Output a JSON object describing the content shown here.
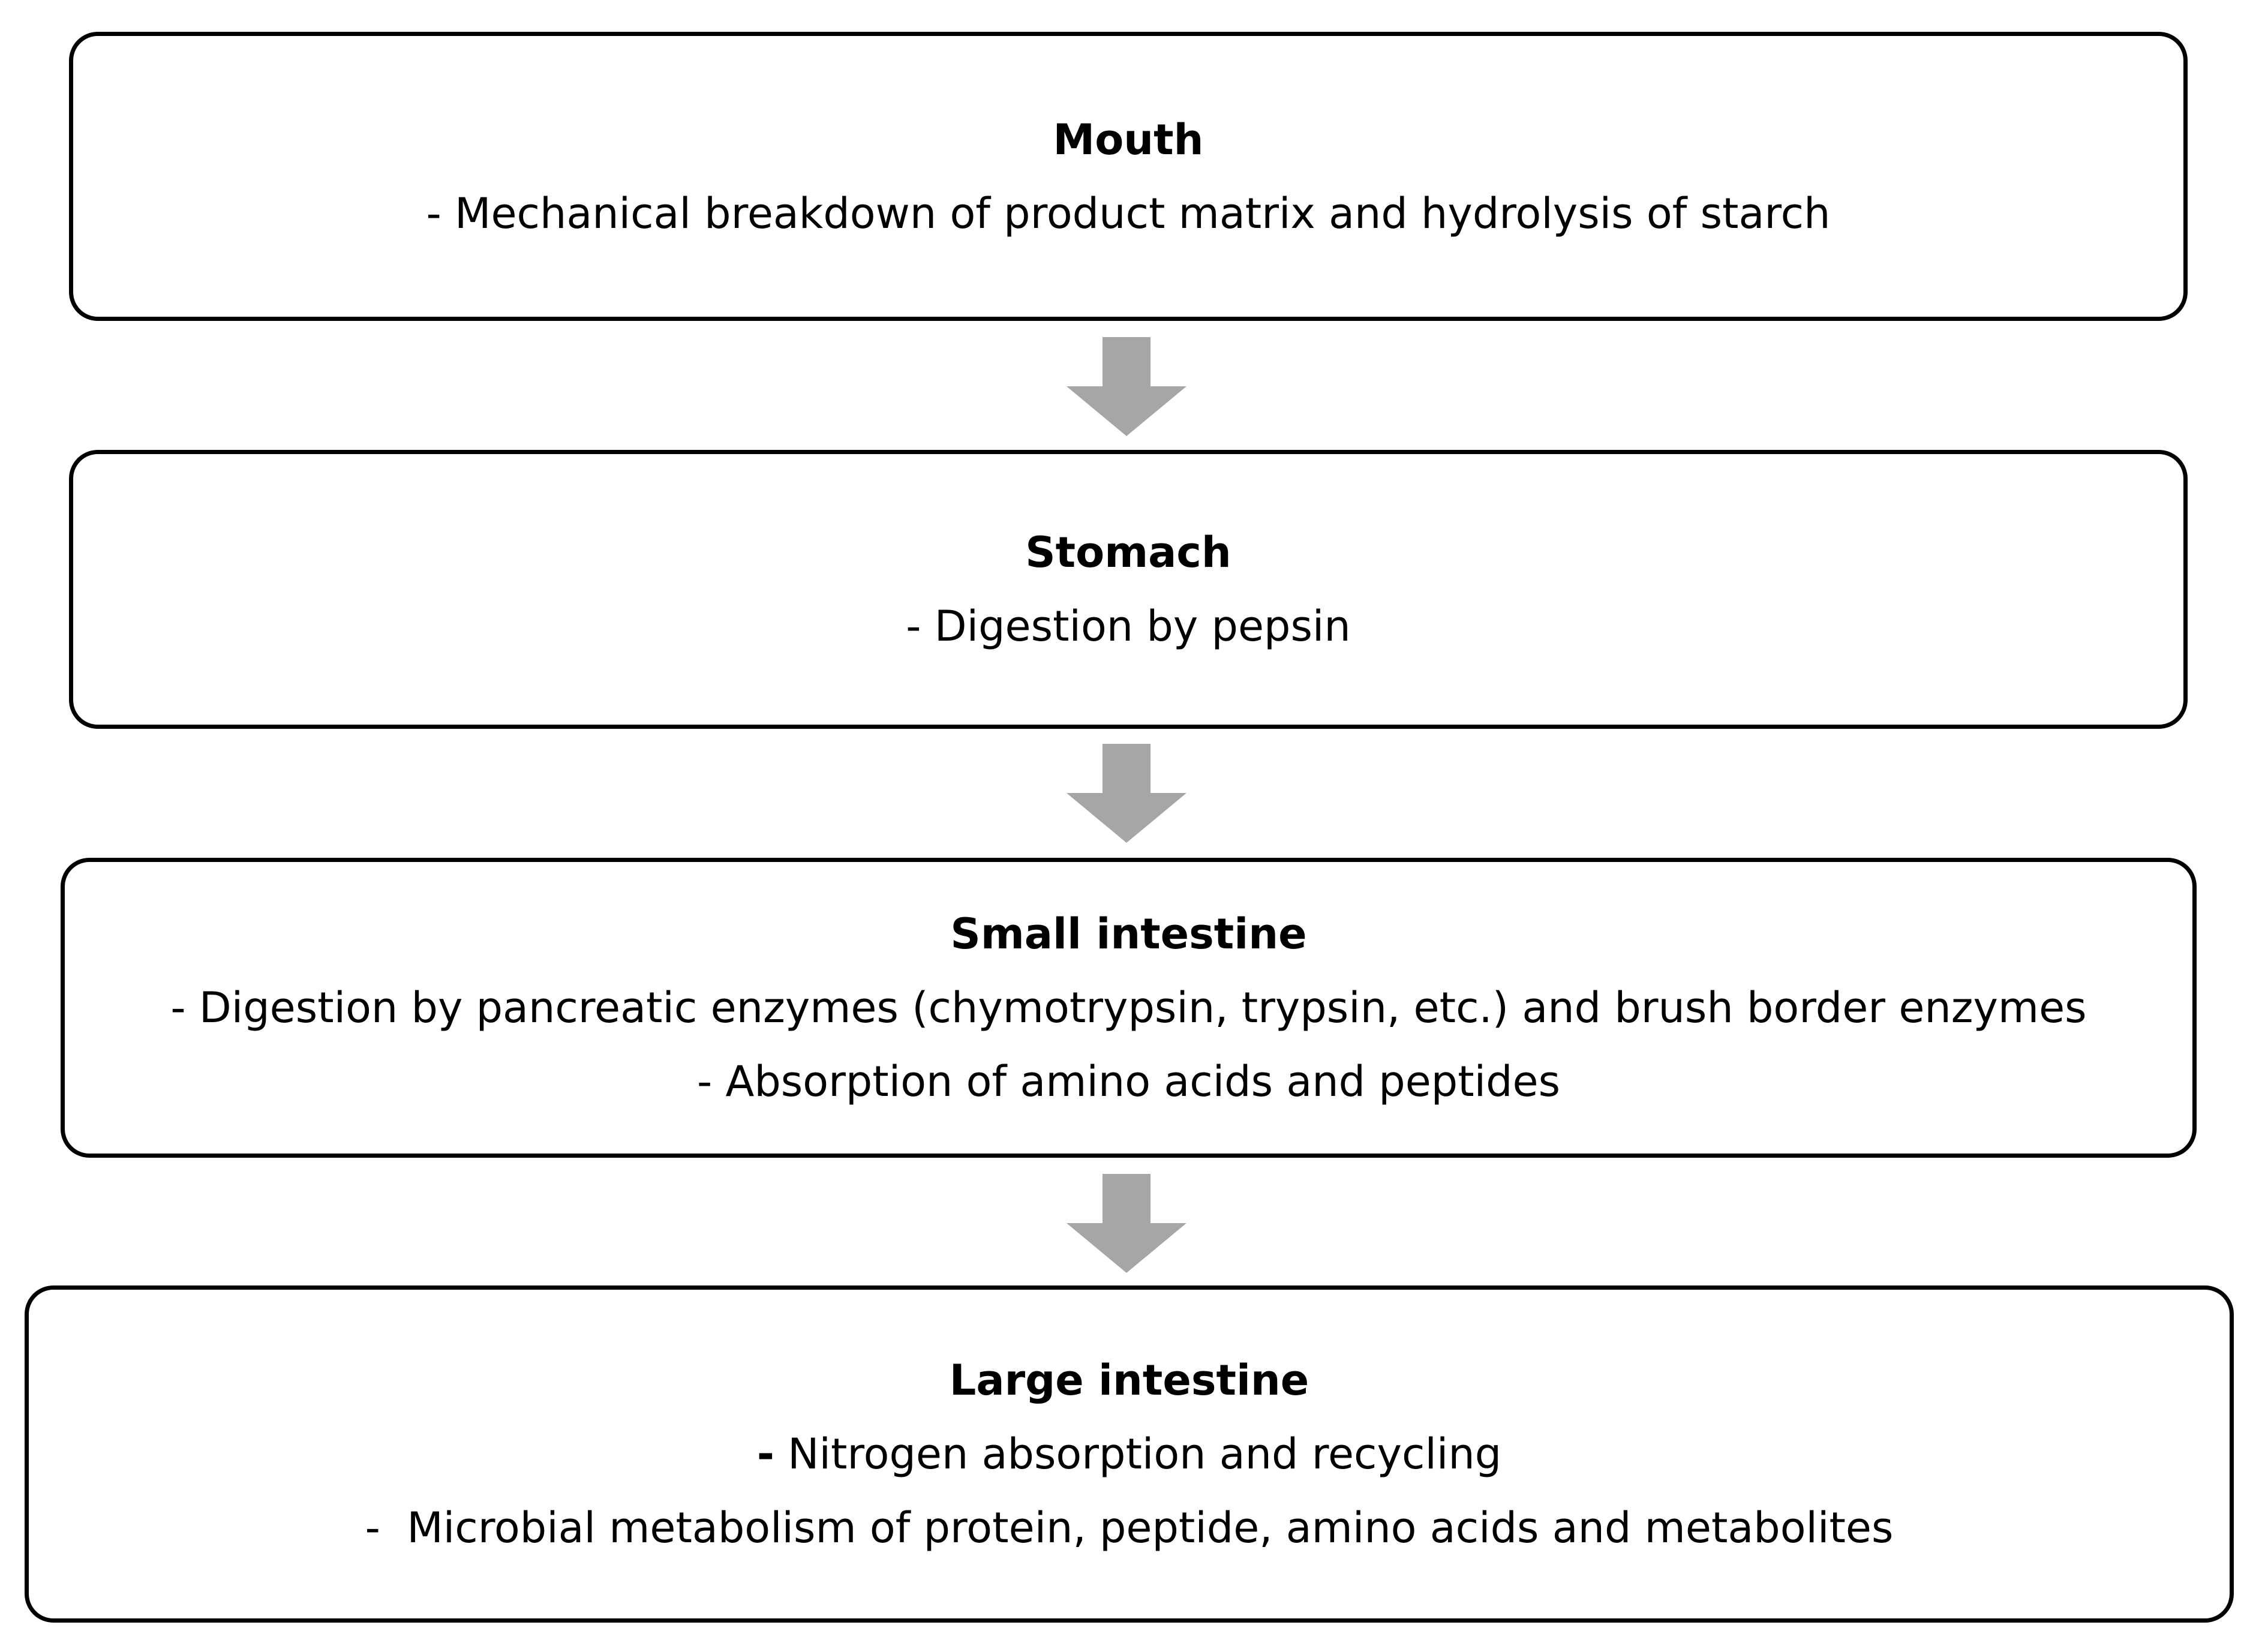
{
  "stages": [
    {
      "title": "Mouth",
      "lines": [
        {
          "bullet": "-",
          "text": "Mechanical breakdown of product matrix and hydrolysis of starch"
        }
      ]
    },
    {
      "title": "Stomach",
      "lines": [
        {
          "bullet": "-",
          "text": "Digestion by pepsin"
        }
      ]
    },
    {
      "title": "Small intestine",
      "lines": [
        {
          "bullet": "-",
          "text": "Digestion by pancreatic enzymes (chymotrypsin, trypsin, etc.) and brush border enzymes"
        },
        {
          "bullet": "-",
          "text": "Absorption of amino acids and peptides"
        }
      ]
    },
    {
      "title": "Large intestine",
      "lines": [
        {
          "bullet": "-",
          "text": "Nitrogen absorption and recycling"
        },
        {
          "bullet": "-",
          "text": " Microbial metabolism of protein, peptide, amino acids and metabolites"
        }
      ]
    }
  ],
  "colors": {
    "border": "#000000",
    "arrow": "#a6a6a6",
    "text": "#000000"
  },
  "icons": {
    "connector": "down-arrow-icon"
  }
}
